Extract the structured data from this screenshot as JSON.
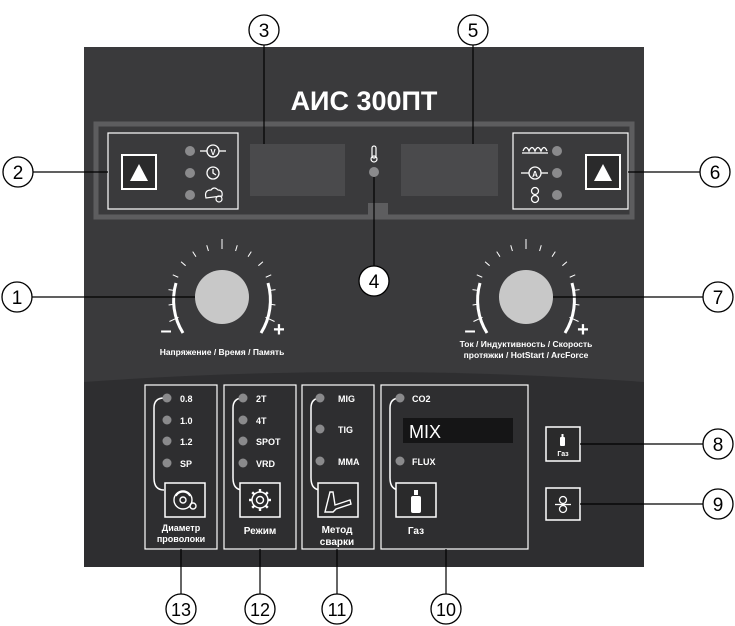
{
  "device_title": "АИС 300ПТ",
  "callouts": [
    "1",
    "2",
    "3",
    "4",
    "5",
    "6",
    "7",
    "8",
    "9",
    "10",
    "11",
    "12",
    "13"
  ],
  "left_knob": {
    "caption": "Напряжение / Время / Память",
    "minus": "–",
    "plus": "+"
  },
  "right_knob": {
    "caption_line1": "Ток / Индуктивность / Скорость",
    "caption_line2": "протяжки / HotStart / ArcForce",
    "minus": "–",
    "plus": "+"
  },
  "wire_diameter": {
    "options": [
      "0.8",
      "1.0",
      "1.2",
      "SP"
    ],
    "caption_line1": "Диаметр",
    "caption_line2": "проволоки"
  },
  "mode": {
    "options": [
      "2T",
      "4T",
      "SPOT",
      "VRD"
    ],
    "caption": "Режим"
  },
  "method": {
    "options": [
      "MIG",
      "TIG",
      "MMA"
    ],
    "caption_line1": "Метод",
    "caption_line2": "сварки"
  },
  "gas": {
    "options": [
      "CO2",
      "MIX",
      "FLUX"
    ],
    "selected": "MIX",
    "caption": "Газ"
  },
  "gas_button_label": "Газ",
  "icons": [
    "up-arrow-icon",
    "voltmeter-icon",
    "clock-icon",
    "memory-icon",
    "thermometer-icon",
    "inductance-icon",
    "ammeter-icon",
    "wire-feed-icon",
    "wire-spool-icon",
    "gear-icon",
    "torch-icon",
    "gas-bottle-icon"
  ],
  "colors": {
    "panel": "#3a3a3c",
    "panel_dark": "#2a2a2b",
    "frame": "#5d5d5f",
    "display": "#4a4a4c",
    "led": "#8a8a8c",
    "text": "#ffffff",
    "callout": "#000000"
  }
}
